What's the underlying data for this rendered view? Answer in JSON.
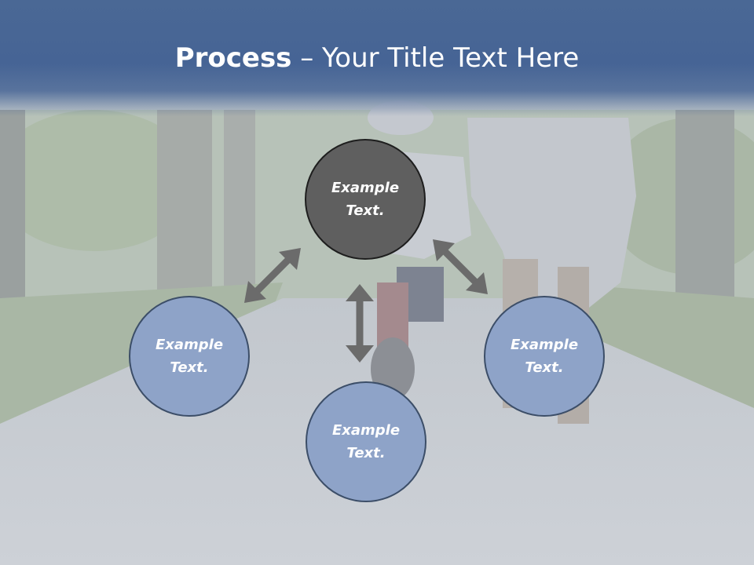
{
  "slide": {
    "title_bold": "Process",
    "title_rest": " – Your Title Text Here"
  },
  "diagram": {
    "center": {
      "label": "Example\nText."
    },
    "left": {
      "label": "Example\nText."
    },
    "bottom": {
      "label": "Example\nText."
    },
    "right": {
      "label": "Example\nText."
    }
  },
  "colors": {
    "header": "#466495",
    "center_fill": "#5f5f5f",
    "outer_fill": "#8ea3c8",
    "arrow": "#6b6b6b"
  }
}
